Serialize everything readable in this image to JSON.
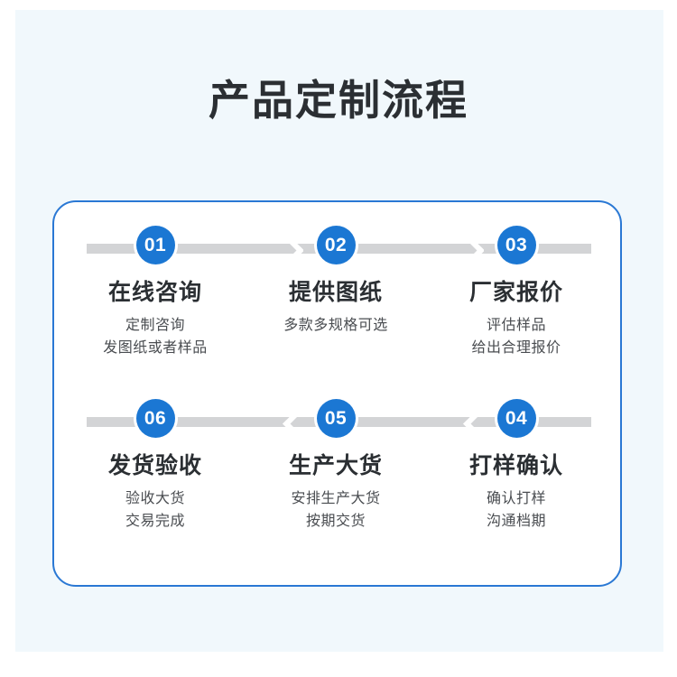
{
  "page": {
    "title": "产品定制流程",
    "background_color": "#f1f8fc",
    "accent_color": "#1b77d3",
    "card_border_color": "#2a78d4",
    "track_color": "#d3d4d6",
    "title_color": "#2b2f33"
  },
  "flow": {
    "rows": [
      {
        "direction": "right",
        "steps": [
          {
            "number": "01",
            "title": "在线咨询",
            "desc_lines": [
              "定制咨询",
              "发图纸或者样品"
            ]
          },
          {
            "number": "02",
            "title": "提供图纸",
            "desc_lines": [
              "多款多规格可选"
            ]
          },
          {
            "number": "03",
            "title": "厂家报价",
            "desc_lines": [
              "评估样品",
              "给出合理报价"
            ]
          }
        ]
      },
      {
        "direction": "left",
        "steps": [
          {
            "number": "06",
            "title": "发货验收",
            "desc_lines": [
              "验收大货",
              "交易完成"
            ]
          },
          {
            "number": "05",
            "title": "生产大货",
            "desc_lines": [
              "安排生产大货",
              "按期交货"
            ]
          },
          {
            "number": "04",
            "title": "打样确认",
            "desc_lines": [
              "确认打样",
              "沟通档期"
            ]
          }
        ]
      }
    ]
  }
}
